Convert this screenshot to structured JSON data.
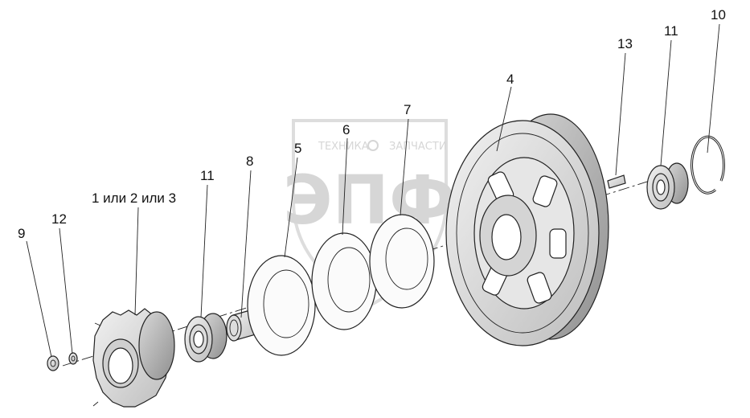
{
  "watermark": {
    "top_text_left": "ТЕХНИКА",
    "top_text_right": "ЗАПЧАСТИ",
    "big_text": "ЭПФ"
  },
  "callouts": {
    "c1": "1 или 2 или 3",
    "c4": "4",
    "c5": "5",
    "c6": "6",
    "c7": "7",
    "c8": "8",
    "c9": "9",
    "c10": "10",
    "c11a": "11",
    "c11b": "11",
    "c12": "12",
    "c13": "13"
  }
}
